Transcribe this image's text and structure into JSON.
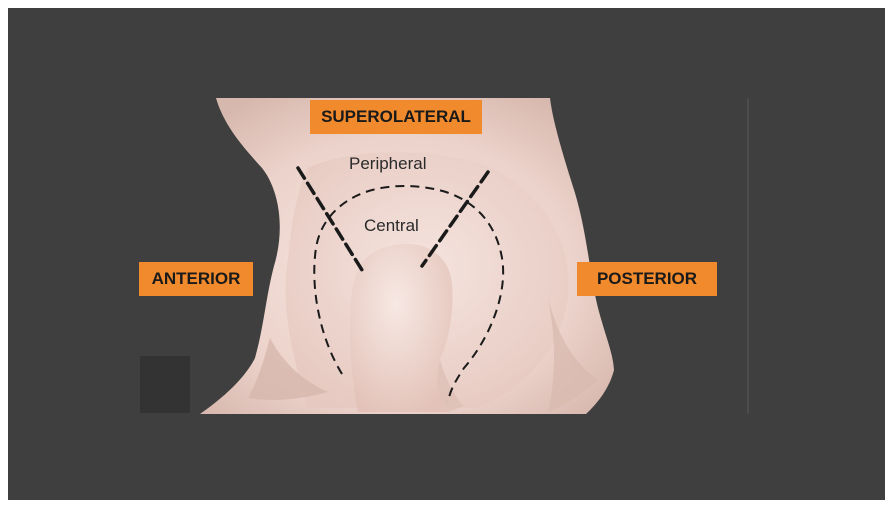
{
  "labels": {
    "superolateral": "SUPEROLATERAL",
    "anterior": "ANTERIOR",
    "posterior": "POSTERIOR",
    "peripheral": "Peripheral",
    "central": "Central"
  },
  "colors": {
    "background": "#3f3f3f",
    "bone": "#f1dcd6",
    "bone_shadow": "#d9bcb3",
    "tag_fill": "#f08a2c",
    "dashed_line": "#1a1a1a"
  }
}
